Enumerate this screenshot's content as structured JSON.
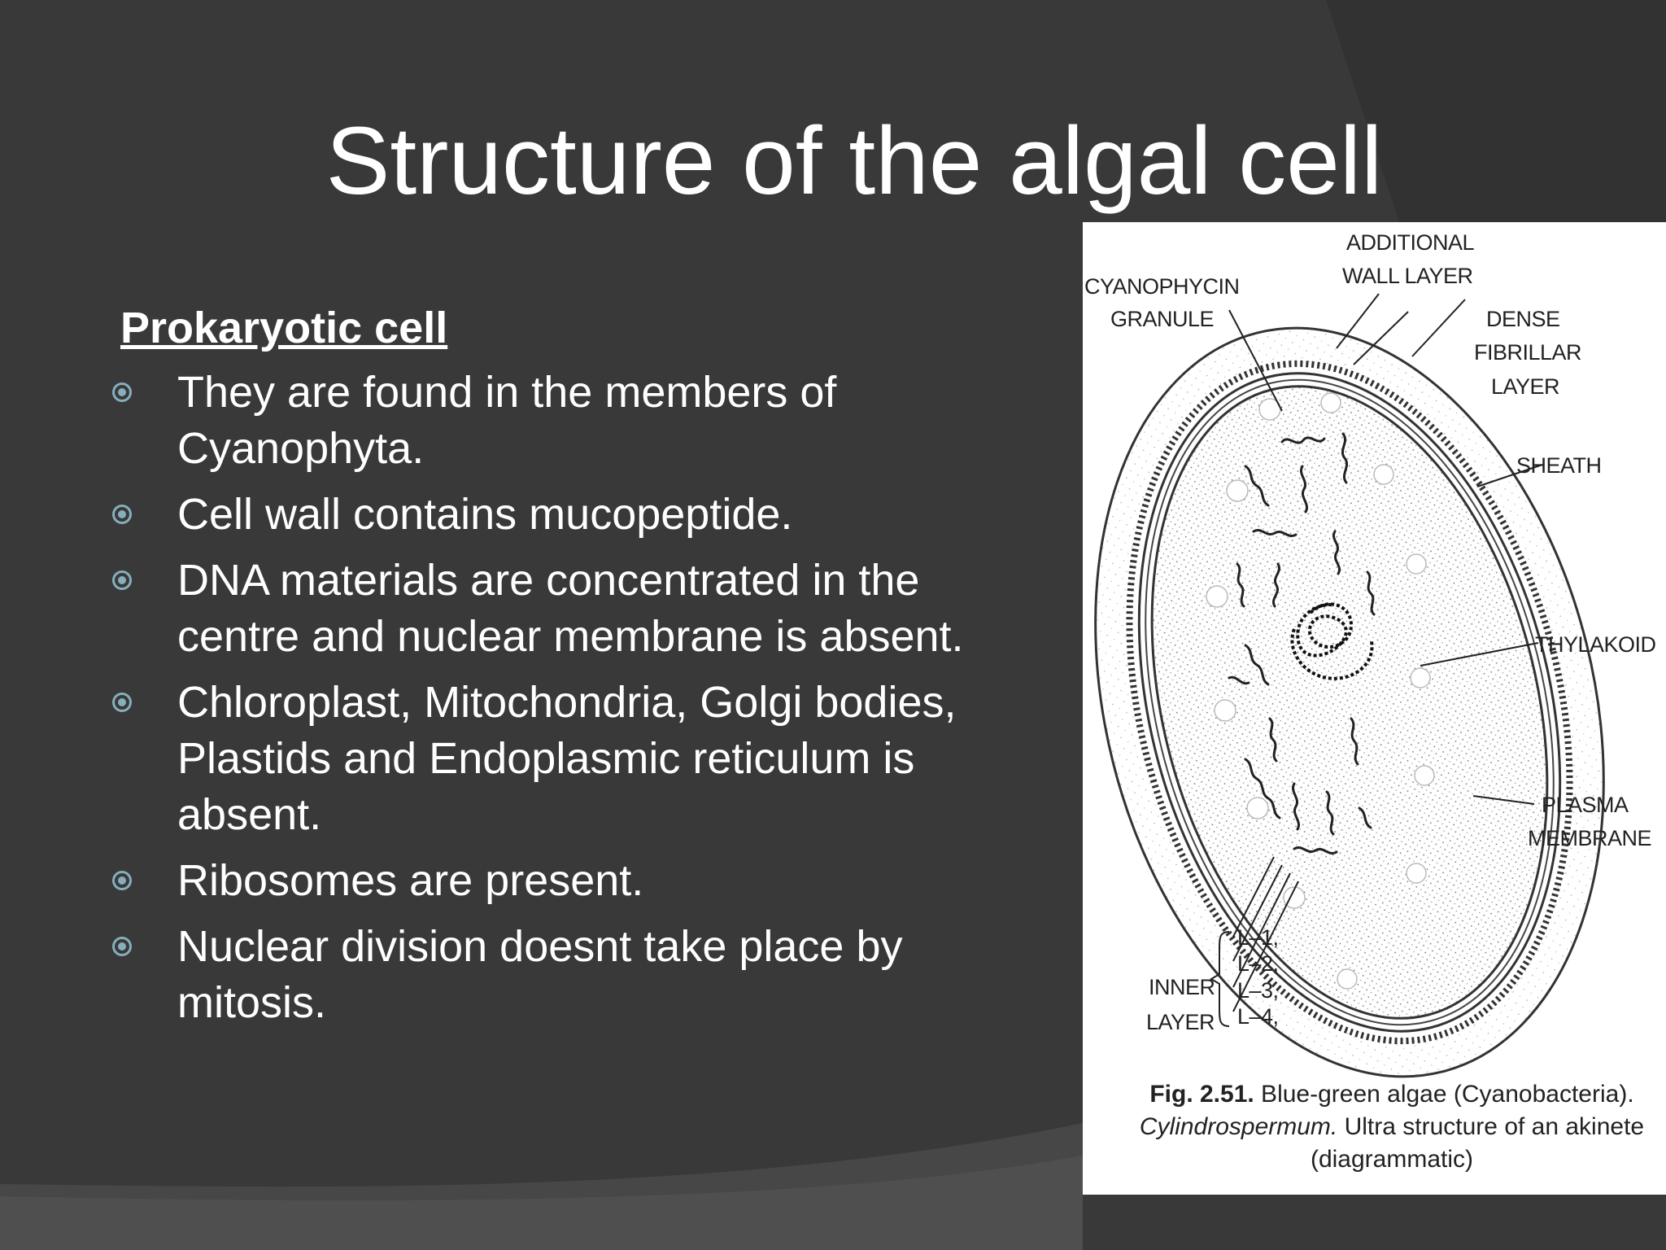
{
  "slide": {
    "title": "Structure of the algal cell",
    "colors": {
      "background": "#393939",
      "bullet": "#86aebc",
      "text": "#ffffff"
    }
  },
  "content": {
    "subheading": "Prokaryotic cell",
    "bullets": [
      {
        "text": "They are found in the members of Cyanophyta."
      },
      {
        "text": "Cell wall contains mucopeptide."
      },
      {
        "text": "DNA materials are concentrated in the centre and nuclear membrane is absent."
      },
      {
        "text": "Chloroplast, Mitochondria, Golgi bodies, Plastids and Endoplasmic reticulum is absent."
      },
      {
        "text": "Ribosomes are present."
      },
      {
        "text": "Nuclear division doesnt take place by mitosis."
      }
    ],
    "bullet_icon": "circle-dot-icon"
  },
  "figure": {
    "labels": {
      "cyanophycin_1": "CYANOPHYCIN",
      "cyanophycin_2": "GRANULE",
      "additional_1": "ADDITIONAL",
      "additional_2": "WALL LAYER",
      "dense_1": "DENSE",
      "dense_2": "FIBRILLAR",
      "dense_3": "LAYER",
      "sheath": "SHEATH",
      "thylakoid": "THYLAKOID",
      "plasma_1": "PLASMA",
      "plasma_2": "MEMBRANE",
      "inner_1": "INNER",
      "inner_2": "LAYER",
      "l1": "L–1,",
      "l2": "L–2,",
      "l3": "L–3,",
      "l4": "L–4,"
    },
    "caption": {
      "fig_num": "Fig. 2.51.",
      "line1_rest": " Blue-green algae (Cyanobacteria).",
      "species": "Cylindrospermum.",
      "line2_rest": " Ultra structure of an akinete",
      "line3": "(diagrammatic)"
    }
  }
}
